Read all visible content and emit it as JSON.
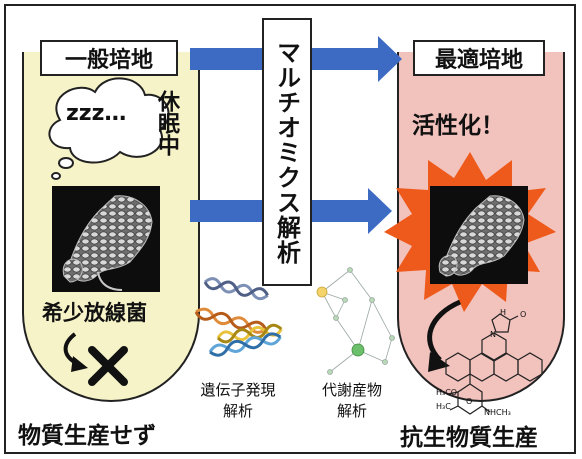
{
  "left_medium": "一般培地",
  "right_medium": "最適培地",
  "center_method": "マルチオミクス解析",
  "sleep_bubble": "zzz…",
  "dormant_label": "休眠中",
  "bacterium_label": "希少放線菌",
  "no_product_label": "物質生産せず",
  "activated_label": "活性化！",
  "antibiotic_label": "抗生物質生産",
  "gene_expression_label": "遺伝子発現\n解析",
  "metabolite_label": "代謝産物\n解析",
  "molecule_atom_labels": [
    "H₃C",
    "H₃CO",
    "NHCH₃",
    "O",
    "N",
    "H",
    "O"
  ],
  "colors": {
    "left_tube": "#f7f3c8",
    "right_tube": "#f2c2bd",
    "arrow_blue": "#3d6bc4",
    "burst_orange": "#ee5a1b"
  },
  "icons": [
    "thought-bubble-icon",
    "cross-mark-icon",
    "curved-arrow-icon",
    "dna-helix-icon",
    "network-graph-icon",
    "molecule-structure-icon",
    "starburst-icon"
  ]
}
